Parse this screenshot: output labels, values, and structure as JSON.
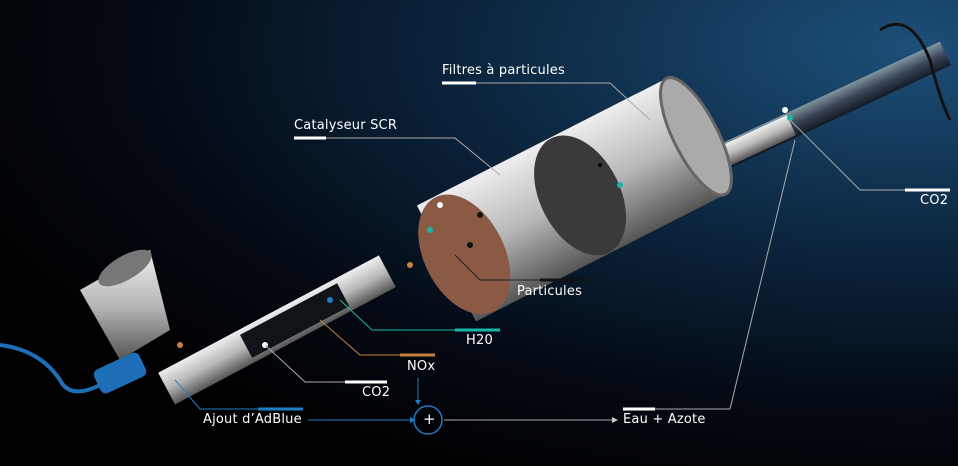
{
  "labels": {
    "particle_filter": "Filtres à particules",
    "scr_catalyst": "Catalyseur SCR",
    "co2_out": "CO2",
    "particles": "Particules",
    "h2o": "H20",
    "nox": "NOx",
    "co2_in": "CO2",
    "adblue": "Ajout d’AdBlue",
    "plus": "+",
    "result": "Eau + Azote"
  },
  "colors": {
    "adblue": "#1f7fc4",
    "nox": "#c8823e",
    "h2o": "#19b6a8",
    "co2": "#ffffff",
    "particles": "#111111",
    "catalyst_face": "#8a5a44"
  }
}
